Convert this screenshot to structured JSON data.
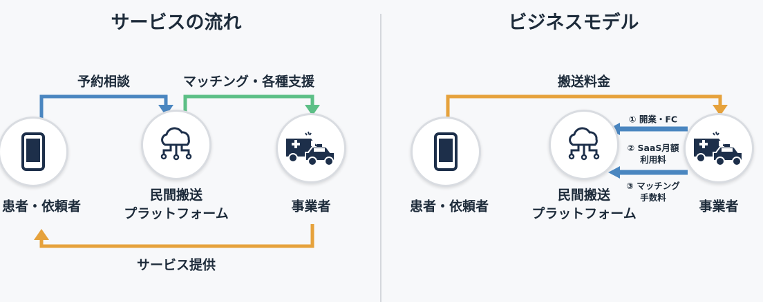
{
  "left": {
    "title": "サービスの流れ",
    "nodes": {
      "requester": "患者・依頼者",
      "platform_line1": "民間搬送",
      "platform_line2": "プラットフォーム",
      "operator": "事業者"
    },
    "arrows": {
      "consult": "予約相談",
      "matching": "マッチング・各種支援",
      "service": "サービス提供"
    }
  },
  "right": {
    "title": "ビジネスモデル",
    "nodes": {
      "requester": "患者・依頼者",
      "platform_line1": "民間搬送",
      "platform_line2": "プラットフォーム",
      "operator": "事業者"
    },
    "arrows": {
      "fee": "搬送料金",
      "r1": "① 開業・FC",
      "r2_line1": "② SaaS月額",
      "r2_line2": "利用料",
      "r3_line1": "③ マッチング",
      "r3_line2": "手数料"
    }
  },
  "colors": {
    "blue": "#4a86c0",
    "green": "#5cbf86",
    "orange": "#e6a23c",
    "navy": "#1d2f4a"
  }
}
